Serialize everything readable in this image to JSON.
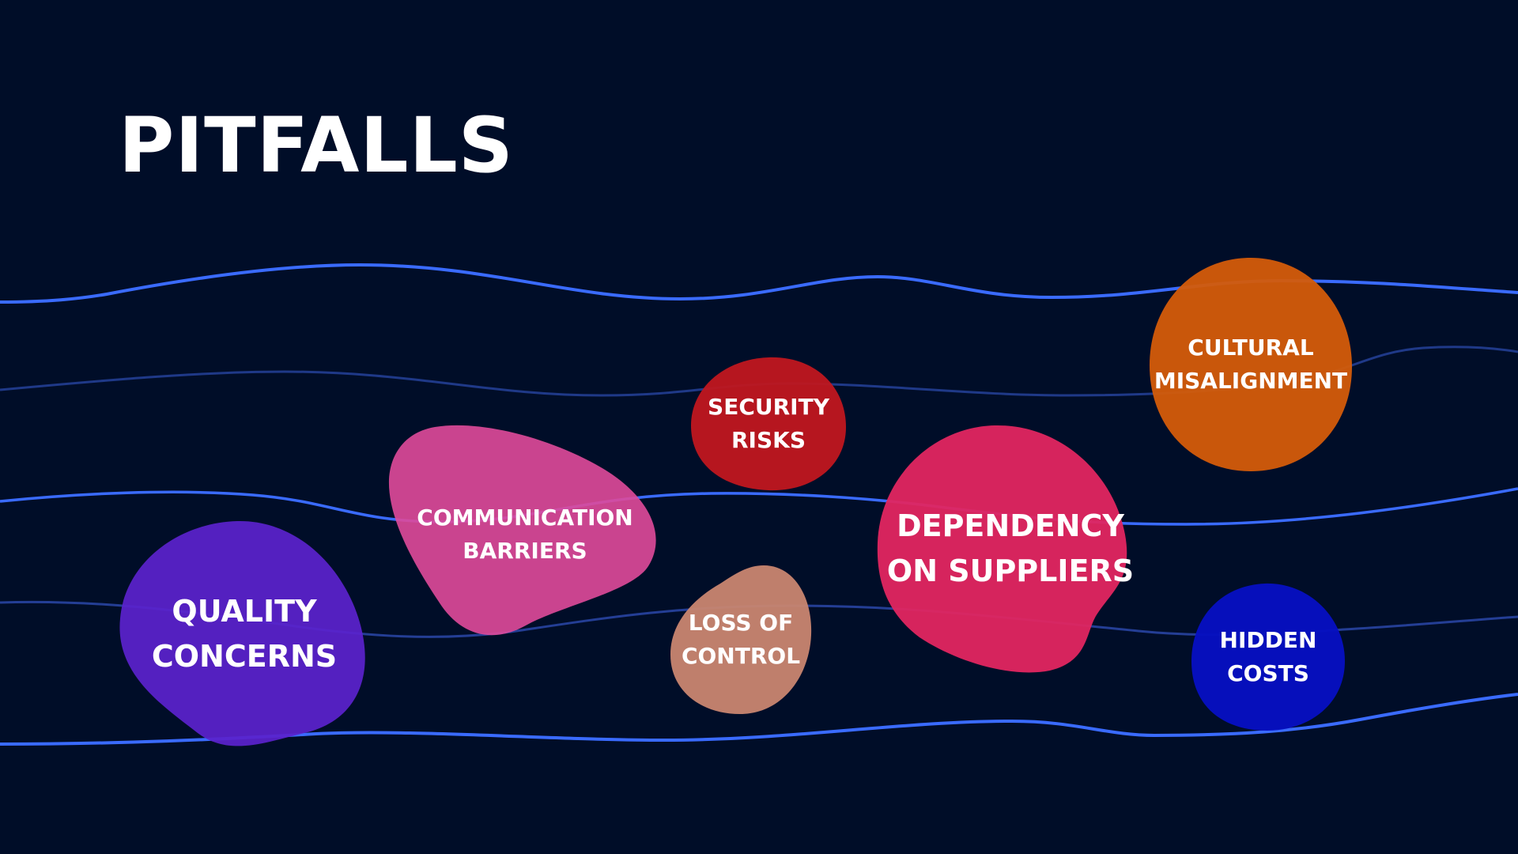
{
  "title": "PITFALLS",
  "colors": {
    "background": "#000d28",
    "wave": "#3a6bff",
    "quality": "#5a22cc",
    "communication": "#e04a9a",
    "security": "#c0171f",
    "loss": "#c98670",
    "dependency": "#e22660",
    "cultural": "#d45c0a",
    "hidden": "#0610c0"
  },
  "pitfalls": {
    "quality": {
      "line1": "QUALITY",
      "line2": "CONCERNS"
    },
    "communication": {
      "line1": "COMMUNICATION",
      "line2": "BARRIERS"
    },
    "security": {
      "line1": "SECURITY",
      "line2": "RISKS"
    },
    "loss": {
      "line1": "LOSS OF",
      "line2": "CONTROL"
    },
    "dependency": {
      "line1": "DEPENDENCY",
      "line2": "ON SUPPLIERS"
    },
    "cultural": {
      "line1": "CULTURAL",
      "line2": "MISALIGNMENT"
    },
    "hidden": {
      "line1": "HIDDEN",
      "line2": "COSTS"
    }
  }
}
